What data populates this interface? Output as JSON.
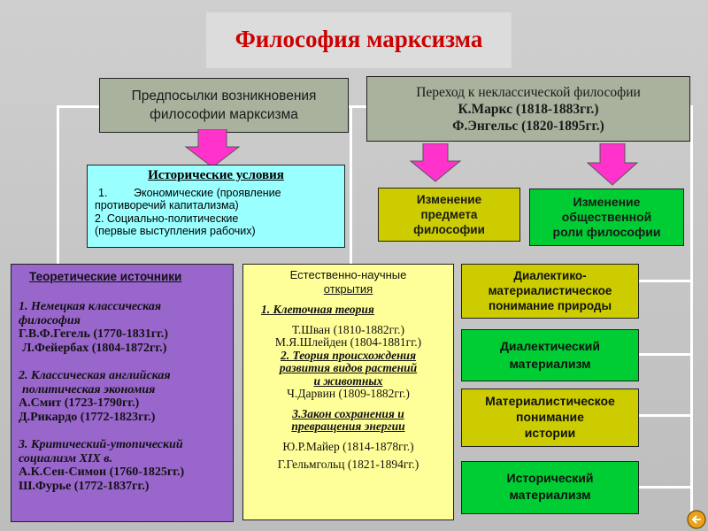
{
  "title": "Философия марксизма",
  "prereq": {
    "line1": "Предпосылки возникновения",
    "line2": "философии марксизма"
  },
  "transition": {
    "line1": "Переход к неклассической философии",
    "line2": "К.Маркс (1818-1883гг.)",
    "line3": "Ф.Энгельс (1820-1895гг.)"
  },
  "historical": {
    "heading": "Исторические условия",
    "item1_num": "1.",
    "item1_a": "Экономические (проявление",
    "item1_b": "противоречий капитализма)",
    "item2_a": "2. Социально-политические",
    "item2_b": "(первые выступления рабочих)"
  },
  "subject_change": {
    "line1": "Изменение",
    "line2": "предмета",
    "line3": "философии"
  },
  "role_change": {
    "line1": "Изменение",
    "line2": "общественной",
    "line3": "роли философии"
  },
  "theory": {
    "heading": "Теоретические источники",
    "s1_a": "1. Немецкая классическая",
    "s1_b": "философия",
    "s1_c": "Г.В.Ф.Гегель (1770-1831гг.)",
    "s1_d": "Л.Фейербах (1804-1872гг.)",
    "s2_a": "2. Классическая английская",
    "s2_b": "политическая экономия",
    "s2_c": "А.Смит (1723-1790гг.)",
    "s2_d": "Д.Рикардо (1772-1823гг.)",
    "s3_a": "3. Критический-утопический",
    "s3_b": "социализм XIX в.",
    "s3_c": "А.К.Сен-Симон (1760-1825гг.)",
    "s3_d": "Ш.Фурье (1772-1837гг.)"
  },
  "science": {
    "heading_a": "Естественно-научные",
    "heading_b": "открытия",
    "d1": "1. Клеточная теория",
    "d1_a": "Т.Шван  (1810-1882гг.)",
    "d1_b": "М.Я.Шлейден (1804-1881гг.)",
    "d2_a": "2. Теория происхождения",
    "d2_b": "развития видов растений",
    "d2_c": "и животных",
    "d2_d": "Ч.Дарвин (1809-1882гг.)",
    "d3_a": "3.Закон сохранения и",
    "d3_b": "превращения энергии",
    "d3_c": "Ю.Р.Майер (1814-1878гг.)",
    "d3_d": "Г.Гельмгольц (1821-1894гг.)"
  },
  "dialectic_nature": {
    "line1": "Диалектико-",
    "line2": "материалистическое",
    "line3": "понимание природы"
  },
  "dialectic_materialism": {
    "line1": "Диалектический",
    "line2": "материализм"
  },
  "history_understanding": {
    "line1": "Материалистическое",
    "line2": "понимание",
    "line3": "истории"
  },
  "historical_materialism": {
    "line1": "Исторический",
    "line2": "материализм"
  },
  "nav_icon": "back-arrow-icon",
  "colors": {
    "title_red": "#cc0000",
    "gray_box": "#a8b29d",
    "cyan_box": "#99ffff",
    "olive_box": "#cccc00",
    "green_box": "#00cc33",
    "purple_box": "#9966cc",
    "light_yellow_box": "#ffff99",
    "arrow_magenta": "#ff33cc"
  }
}
